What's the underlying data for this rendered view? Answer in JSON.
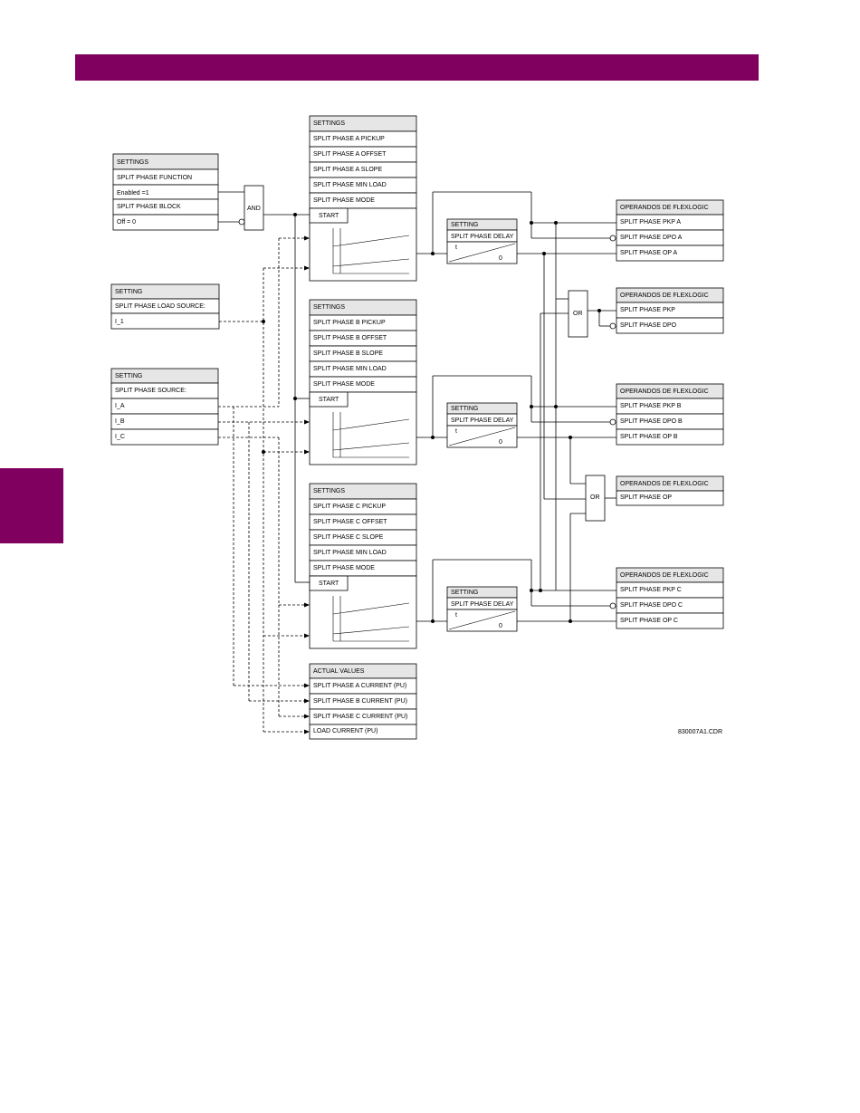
{
  "settings_function": {
    "header": "SETTINGS",
    "function_label": "SPLIT PHASE FUNCTION",
    "function_value": "Enabled =1",
    "block_label": "SPLIT PHASE BLOCK",
    "block_value": "Off = 0"
  },
  "and_gate": "AND",
  "load_source": {
    "header": "SETTING",
    "label": "SPLIT PHASE LOAD SOURCE:",
    "value": "I_1"
  },
  "phase_source": {
    "header": "SETTING",
    "label": "SPLIT PHASE SOURCE:",
    "values": [
      "I_A",
      "I_B",
      "I_C"
    ]
  },
  "phase_settings": [
    {
      "header": "SETTINGS",
      "rows": [
        "SPLIT PHASE A PICKUP",
        "SPLIT PHASE A OFFSET",
        "SPLIT PHASE A SLOPE",
        "SPLIT PHASE MIN LOAD",
        "SPLIT PHASE MODE"
      ],
      "start": "START"
    },
    {
      "header": "SETTINGS",
      "rows": [
        "SPLIT PHASE B PICKUP",
        "SPLIT PHASE B OFFSET",
        "SPLIT PHASE B SLOPE",
        "SPLIT PHASE MIN LOAD",
        "SPLIT PHASE MODE"
      ],
      "start": "START"
    },
    {
      "header": "SETTINGS",
      "rows": [
        "SPLIT PHASE C PICKUP",
        "SPLIT PHASE C OFFSET",
        "SPLIT PHASE C SLOPE",
        "SPLIT PHASE MIN LOAD",
        "SPLIT PHASE MODE"
      ],
      "start": "START"
    }
  ],
  "delay": {
    "header": "SETTING",
    "label": "SPLIT PHASE DELAY",
    "t": "t",
    "zero": "0"
  },
  "operands": [
    {
      "header": "OPERANDOS DE FLEXLOGIC",
      "rows": [
        "SPLIT PHASE PKP A",
        "SPLIT PHASE DPO A",
        "SPLIT PHASE OP A"
      ]
    },
    {
      "header": "OPERANDOS DE FLEXLOGIC",
      "rows": [
        "SPLIT PHASE PKP",
        "SPLIT PHASE DPO"
      ]
    },
    {
      "header": "OPERANDOS DE FLEXLOGIC",
      "rows": [
        "SPLIT PHASE PKP B",
        "SPLIT PHASE DPO B",
        "SPLIT PHASE OP B"
      ]
    },
    {
      "header": "OPERANDOS DE FLEXLOGIC",
      "rows": [
        "SPLIT PHASE OP"
      ]
    },
    {
      "header": "OPERANDOS DE FLEXLOGIC",
      "rows": [
        "SPLIT PHASE PKP C",
        "SPLIT PHASE DPO C",
        "SPLIT PHASE OP C"
      ]
    }
  ],
  "or_gate": "OR",
  "actual_values": {
    "header": "ACTUAL VALUES",
    "rows": [
      "SPLIT PHASE A CURRENT (PU)",
      "SPLIT PHASE B CURRENT (PU)",
      "SPLIT PHASE C CURRENT (PU)",
      "LOAD CURRENT (PU)"
    ]
  },
  "figure_code": "830007A1.CDR",
  "colors": {
    "brand": "#800060",
    "header_fill": "#e6e6e6"
  }
}
